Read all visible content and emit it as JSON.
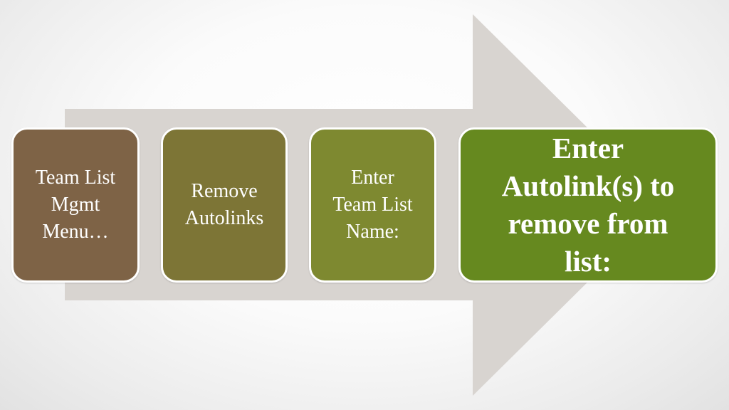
{
  "diagram": {
    "type": "process-arrow",
    "arrow_color": "#d8d4d0",
    "steps": [
      {
        "label": "Team List\nMgmt\nMenu…",
        "color": "#7e6346"
      },
      {
        "label": "Remove\nAutolinks",
        "color": "#7d7536"
      },
      {
        "label": "Enter\nTeam List\nName:",
        "color": "#7e8930"
      },
      {
        "label": "Enter\nAutolink(s) to\nremove from\nlist:",
        "color": "#66891f"
      }
    ]
  }
}
